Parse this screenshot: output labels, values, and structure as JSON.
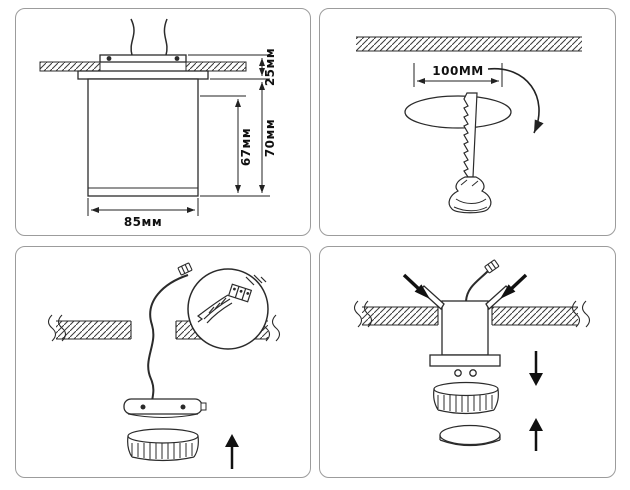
{
  "colors": {
    "background": "#ffffff",
    "line": "#2b2b2b",
    "panel_border": "#9c9c9c"
  },
  "panels": {
    "fixture_dimensions": {
      "labels": {
        "top_depth": "25мм",
        "body_height": "67мм",
        "total_height": "70мм",
        "width": "85мм"
      }
    },
    "hole_cutting": {
      "labels": {
        "hole_diameter": "100MM"
      }
    }
  }
}
